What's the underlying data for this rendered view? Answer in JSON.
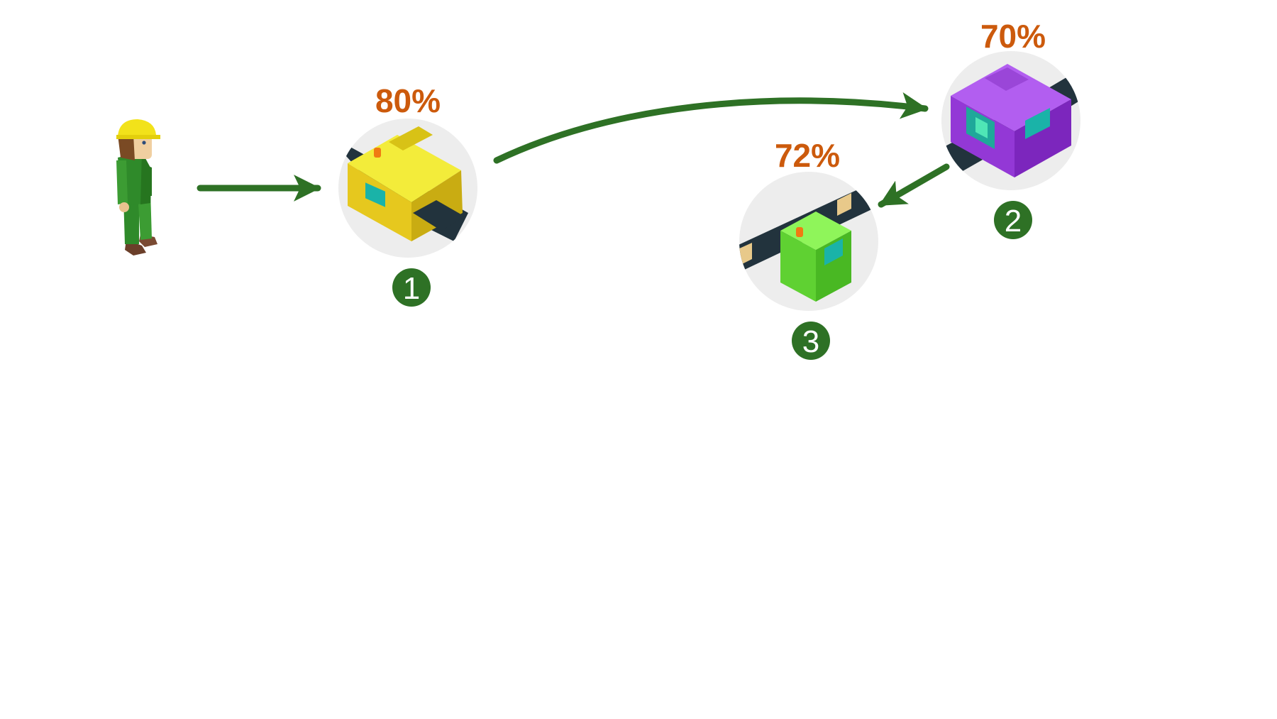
{
  "colors": {
    "arrow": "#2e7125",
    "percent": "#cc5a0c",
    "badge": "#2e7125",
    "badge_text": "#ffffff",
    "circle_bg": "#ededed",
    "machine_1": "#f2e02b",
    "machine_2": "#a54ee8",
    "machine_3": "#7ff04b"
  },
  "worker": {
    "icon": "worker-hardhat-icon"
  },
  "stations": [
    {
      "step": "1",
      "utilization": "80%",
      "icon": "yellow-machine-icon"
    },
    {
      "step": "2",
      "utilization": "70%",
      "icon": "purple-machine-icon"
    },
    {
      "step": "3",
      "utilization": "72%",
      "icon": "green-machine-icon"
    }
  ]
}
